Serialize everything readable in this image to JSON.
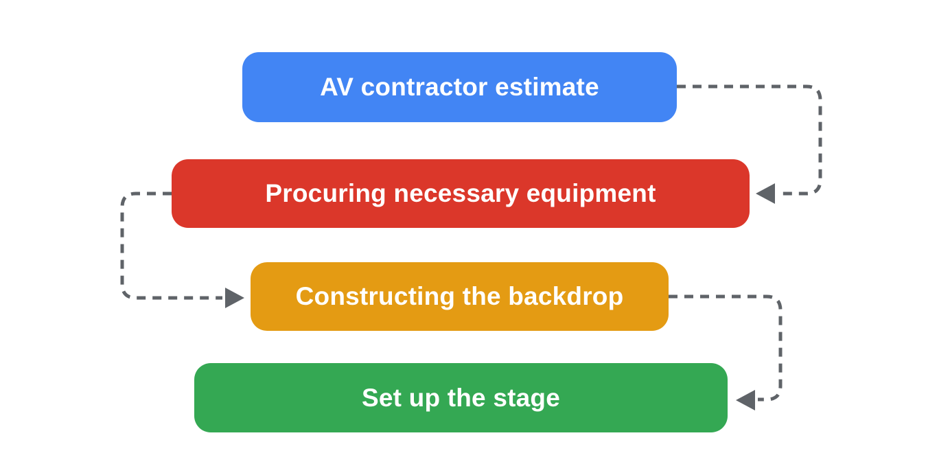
{
  "diagram": {
    "background_color": "#ffffff",
    "connector": {
      "color": "#5f6368",
      "style": "dashed"
    },
    "nodes": [
      {
        "label": "AV contractor estimate",
        "color": "#4285f4",
        "text_color": "#ffffff"
      },
      {
        "label": "Procuring necessary equipment",
        "color": "#db372a",
        "text_color": "#ffffff"
      },
      {
        "label": "Constructing the backdrop",
        "color": "#e49b13",
        "text_color": "#ffffff"
      },
      {
        "label": "Set up the stage",
        "color": "#34a853",
        "text_color": "#ffffff"
      }
    ],
    "edges": [
      {
        "from": "AV contractor estimate",
        "to": "Procuring necessary equipment",
        "side": "right",
        "style": "dashed"
      },
      {
        "from": "Procuring necessary equipment",
        "to": "Constructing the backdrop",
        "side": "left",
        "style": "dashed"
      },
      {
        "from": "Constructing the backdrop",
        "to": "Set up the stage",
        "side": "right",
        "style": "dashed"
      }
    ]
  }
}
